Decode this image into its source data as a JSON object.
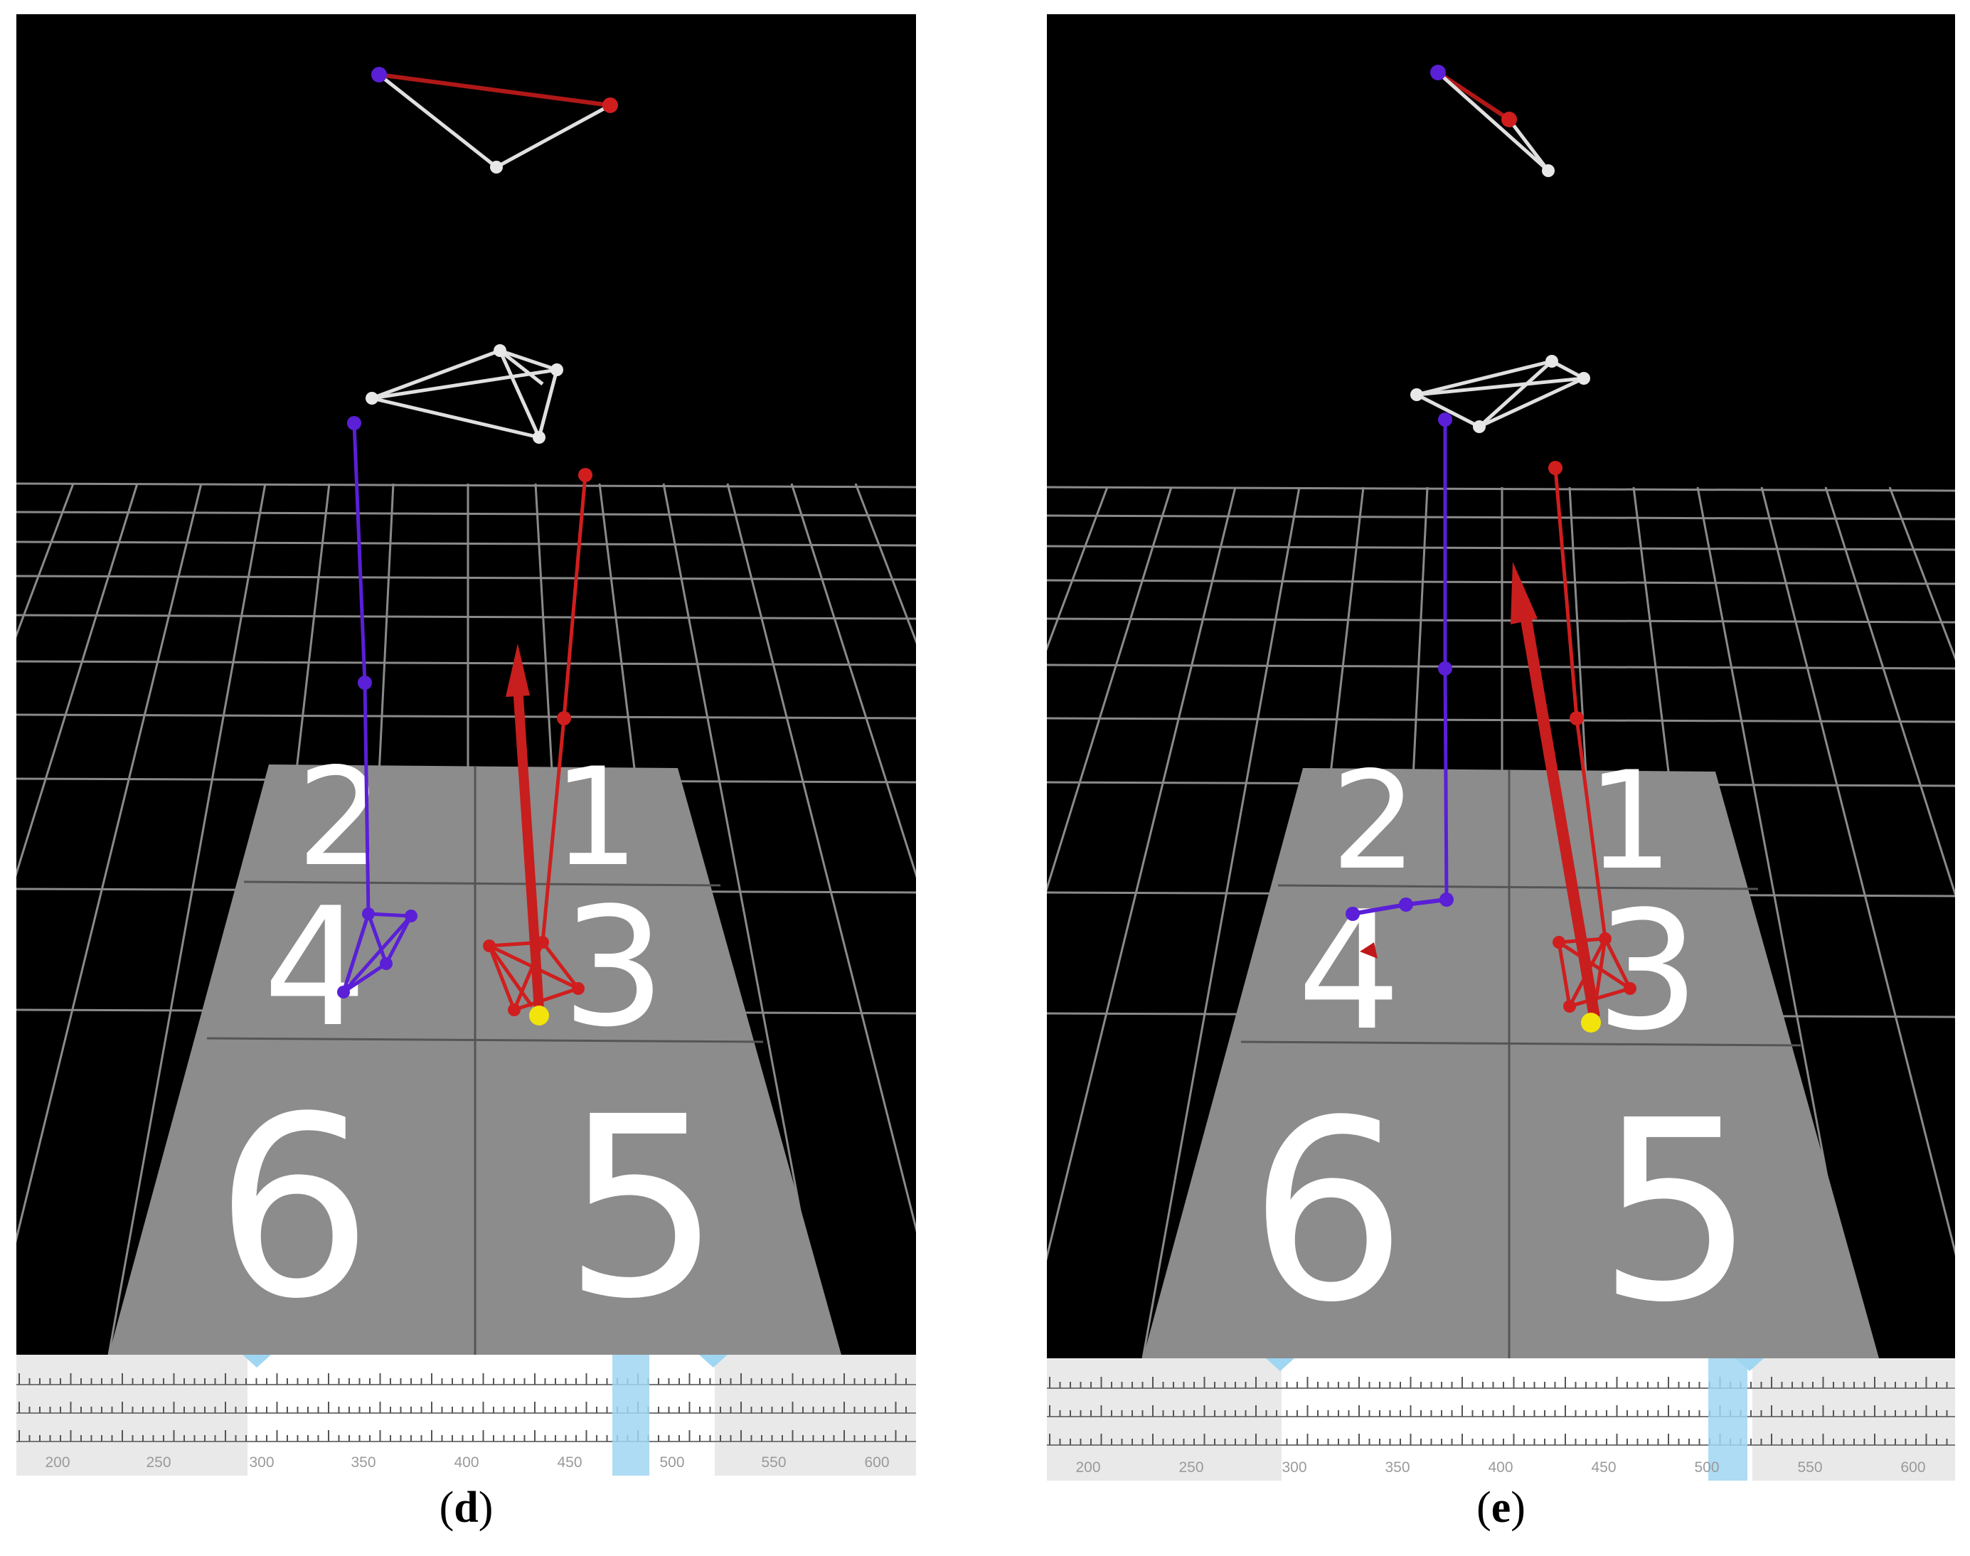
{
  "panels": [
    {
      "id": "d",
      "caption": "d",
      "floor_numbers": [
        "2",
        "1",
        "4",
        "3",
        "6",
        "5"
      ],
      "timeline": {
        "tick_labels": [
          "200",
          "250",
          "300",
          "350",
          "400",
          "450",
          "500",
          "550",
          "600"
        ],
        "range_start": 290,
        "range_end": 510,
        "playhead": 480
      }
    },
    {
      "id": "e",
      "caption": "e",
      "floor_numbers": [
        "2",
        "1",
        "4",
        "3",
        "6",
        "5"
      ],
      "timeline": {
        "tick_labels": [
          "200",
          "250",
          "300",
          "350",
          "400",
          "450",
          "500",
          "550",
          "600"
        ],
        "range_start": 290,
        "range_end": 510,
        "playhead": 510
      }
    }
  ],
  "colors": {
    "viewport_bg": "#000000",
    "grid": "#8a8a8a",
    "mat": "#8c8c8c",
    "left_marker": "#5a1fd6",
    "right_marker": "#d01e1e",
    "head_marker": "#e8e8e8",
    "force_arrow": "#c81e1e",
    "cop": "#f2e40a",
    "timeline_bg": "#e9e9e9",
    "timeline_active": "#ffffff",
    "playhead": "#9fd6f2"
  }
}
